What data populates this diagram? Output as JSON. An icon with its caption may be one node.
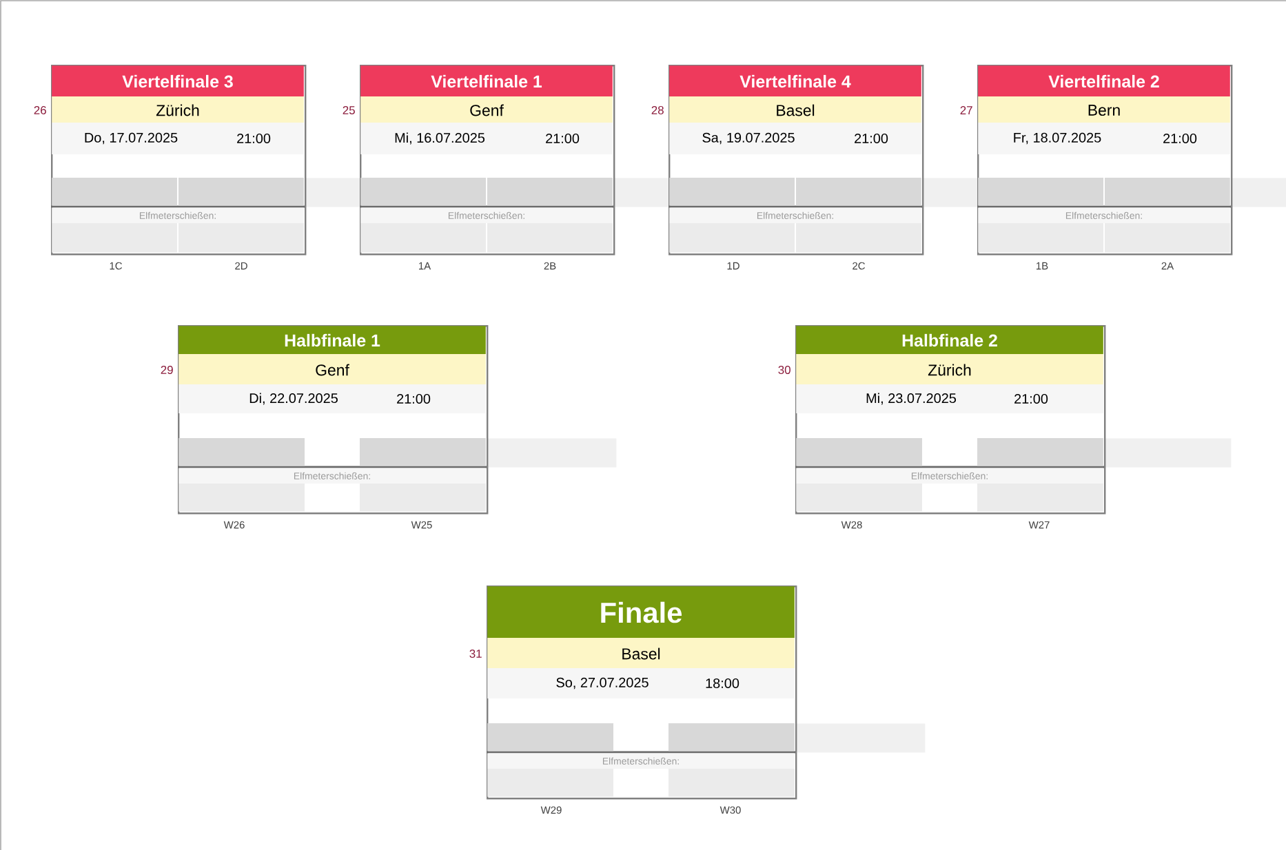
{
  "diagram": {
    "nodes": [
      {
        "text": [
          "Viertelfinale 3",
          "Zürich",
          "Do, 17.07.2025",
          "21:00",
          "Elfmeterschießen:"
        ],
        "beside": [
          "26",
          "1C",
          "2D"
        ]
      },
      {
        "text": [
          "Viertelfinale 1",
          "Genf",
          "Mi, 16.07.2025",
          "21:00",
          "Elfmeterschießen:"
        ],
        "beside": [
          "25",
          "1A",
          "2B"
        ]
      },
      {
        "text": [
          "Viertelfinale 4",
          "Basel",
          "Sa, 19.07.2025",
          "21:00",
          "Elfmeterschießen:"
        ],
        "beside": [
          "28",
          "1D",
          "2C"
        ]
      },
      {
        "text": [
          "Viertelfinale 2",
          "Bern",
          "Fr, 18.07.2025",
          "21:00",
          "Elfmeterschießen:"
        ],
        "beside": [
          "27",
          "1B",
          "2A"
        ]
      },
      {
        "text": [
          "Halbfinale 1",
          "Genf",
          "Di, 22.07.2025",
          "21:00",
          "Elfmeterschießen:"
        ],
        "beside": [
          "29",
          "W26",
          "W25"
        ]
      },
      {
        "text": [
          "Halbfinale 2",
          "Zürich",
          "Mi, 23.07.2025",
          "21:00",
          "Elfmeterschießen:"
        ],
        "beside": [
          "30",
          "W28",
          "W27"
        ]
      },
      {
        "text": [
          "Finale",
          "Basel",
          "So, 27.07.2025",
          "18:00",
          "Elfmeterschießen:"
        ],
        "beside": [
          "31",
          "W29",
          "W30"
        ]
      },
      {
        "text": [],
        "shape": "bar"
      },
      {
        "text": [],
        "shape": "bar"
      },
      {
        "text": [],
        "shape": "bar"
      },
      {
        "text": [],
        "shape": "bar"
      },
      {
        "text": [],
        "shape": "bar"
      },
      {
        "text": [],
        "shape": "bar"
      },
      {
        "text": [],
        "shape": "bar"
      }
    ]
  }
}
